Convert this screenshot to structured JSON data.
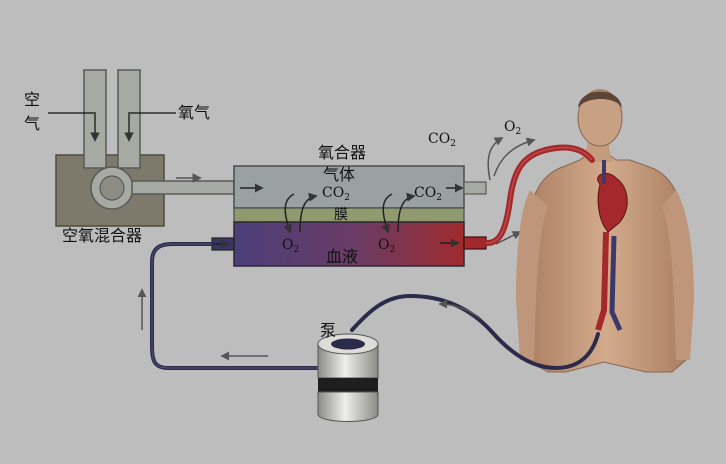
{
  "labels": {
    "air": "空\n气",
    "air_char1": "空",
    "air_char2": "气",
    "oxygen_in": "氧气",
    "mixer": "空氧混合器",
    "oxygenator": "氧合器",
    "gas": "气体",
    "membrane": "膜",
    "blood": "血液",
    "pump": "泵",
    "co2": "CO",
    "co2_sub": "2",
    "o2": "O",
    "o2_sub": "2"
  },
  "colors": {
    "background": "#bdbdbd",
    "gas_chamber": "#9aa1a3",
    "membrane": "#8f9a6e",
    "blood_left": "#4b3f7a",
    "blood_right": "#9a2a30",
    "tube_dark": "#2c2b4a",
    "mixer_body": "#7d7a6c",
    "skin": "#c49a7c"
  }
}
